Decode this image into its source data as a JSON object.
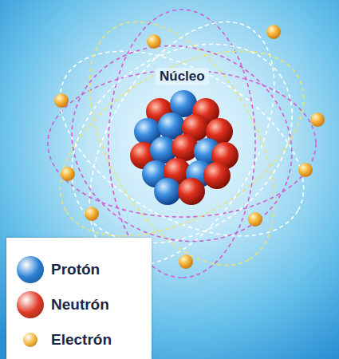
{
  "diagram": {
    "labels": [
      "Núcleo"
    ],
    "legend": [
      {
        "text": "Protón",
        "color": "#2a7fd4"
      },
      {
        "text": "Neutrón",
        "color": "#e03a26"
      },
      {
        "text": "Electrón",
        "color": "#f5b53a"
      }
    ]
  }
}
